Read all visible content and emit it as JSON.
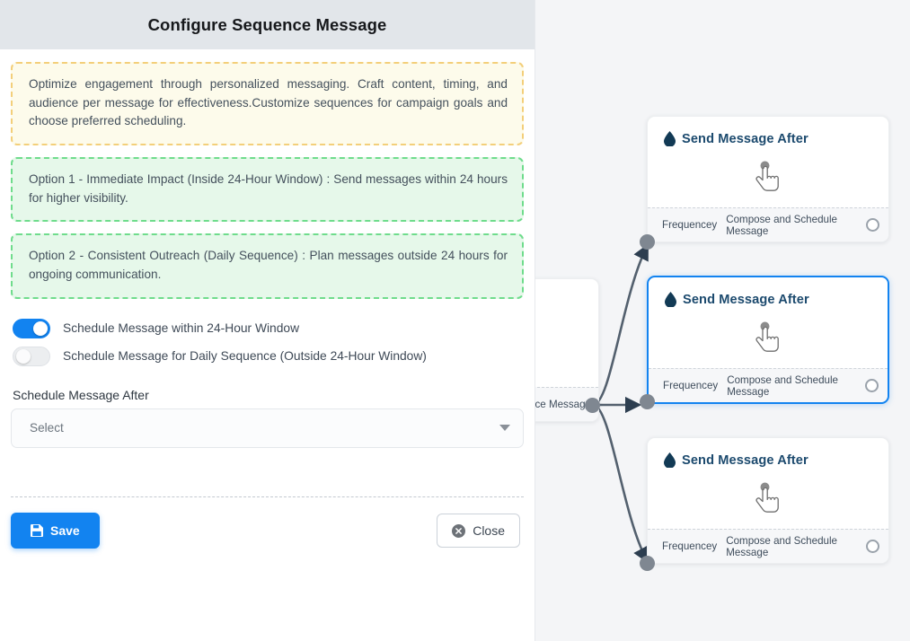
{
  "panel": {
    "header": {
      "title": "Configure Sequence Message"
    },
    "callouts": [
      {
        "kind": "warning",
        "text": "Optimize engagement through personalized messaging. Craft content, timing, and audience per message for effectiveness.Customize sequences for campaign goals and choose preferred scheduling."
      },
      {
        "kind": "success",
        "text": "Option 1 - Immediate Impact (Inside 24-Hour Window) : Send messages within 24 hours for higher visibility."
      },
      {
        "kind": "success",
        "text": "Option 2 - Consistent Outreach (Daily Sequence) : Plan messages outside 24 hours for ongoing communication."
      }
    ],
    "toggles": [
      {
        "label": "Schedule Message within 24-Hour Window",
        "state": "on"
      },
      {
        "label": "Schedule Message for Daily Sequence (Outside 24-Hour Window)",
        "state": "off"
      }
    ],
    "schedule_field": {
      "label": "Schedule Message After",
      "value": "Select",
      "caret_icon": "chevron-down-icon"
    },
    "footer": {
      "save_label": "Save",
      "save_icon": "floppy-disk-icon",
      "close_label": "Close",
      "close_icon": "close-circle-icon"
    }
  },
  "canvas": {
    "nodes": [
      {
        "title": "Send Message After",
        "icon": "droplet-icon",
        "body_icon": "hand-pointer-icon",
        "footer_left": "Frequencey",
        "footer_right": "Compose and Schedule Message",
        "selected": false
      },
      {
        "title": "Send Message After",
        "icon": "droplet-icon",
        "body_icon": "hand-pointer-icon",
        "footer_left": "Frequencey",
        "footer_right": "Compose and Schedule Message",
        "selected": true
      },
      {
        "title": "Send Message After",
        "icon": "droplet-icon",
        "body_icon": "hand-pointer-icon",
        "footer_left": "Frequencey",
        "footer_right": "Compose and Schedule Message",
        "selected": false
      }
    ],
    "partial_node": {
      "footer_right": "ce Message"
    }
  },
  "colors": {
    "accent_blue": "#1283f0",
    "node_title": "#1c4a6e",
    "warning_border": "#f3cf7a",
    "warning_bg": "#fdfbeb",
    "success_border": "#6fdc8c",
    "success_bg": "#e6f8ea",
    "canvas_bg": "#f4f5f7",
    "header_bg": "#e2e6ea",
    "edge": "#53606e"
  }
}
